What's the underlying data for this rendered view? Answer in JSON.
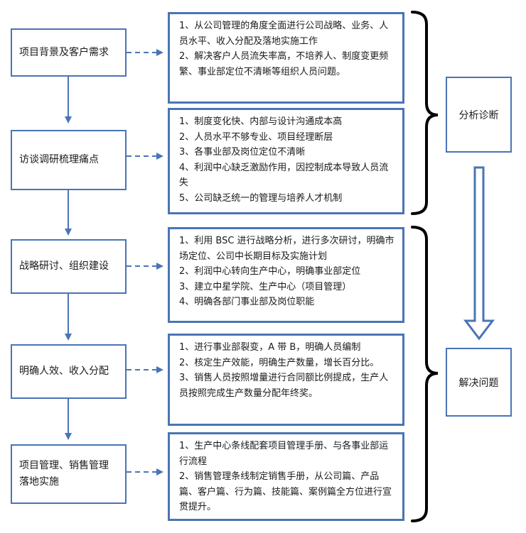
{
  "steps": [
    {
      "label": "项目背景及客户需求"
    },
    {
      "label": "访谈调研梳理痛点"
    },
    {
      "label": "战略研讨、组织建设"
    },
    {
      "label": "明确人效、收入分配"
    },
    {
      "label": "项目管理、销售管理落地实施"
    }
  ],
  "details": [
    {
      "lines": [
        "1、从公司管理的角度全面进行公司战略、业务、人员水平、收入分配及落地实施工作",
        "2、解决客户人员流失率高，不培养人、制度变更频繁、事业部定位不清晰等组织人员问题。"
      ]
    },
    {
      "lines": [
        "1、制度变化快、内部与设计沟通成本高",
        "2、人员水平不够专业、项目经理断层",
        "3、各事业部及岗位定位不清晰",
        "4、利润中心缺乏激励作用，因控制成本导致人员流失",
        "5、公司缺乏统一的管理与培养人才机制"
      ]
    },
    {
      "lines": [
        "1、利用 BSC 进行战略分析，进行多次研讨，明确市场定位、公司中长期目标及实施计划",
        "2、利润中心转向生产中心，明确事业部定位",
        "3、建立中星学院、生产中心（项目管理）",
        "4、明确各部门事业部及岗位职能"
      ]
    },
    {
      "lines": [
        "1、进行事业部裂变，A 带 B，明确人员编制",
        "2、核定生产效能，明确生产数量，增长百分比。",
        "3、销售人员按照增量进行合同额比例提成，生产人员按照完成生产数量分配年终奖。"
      ]
    },
    {
      "lines": [
        "1、生产中心条线配套项目管理手册、与各事业部运行流程",
        "2、销售管理条线制定销售手册，从公司篇、产品篇、客户篇、行为篇、技能篇、案例篇全方位进行宣贯提升。"
      ]
    }
  ],
  "phases": {
    "analysis": "分析诊断",
    "solution": "解决问题"
  },
  "colors": {
    "border": "#4a74b5",
    "arrow": "#4a74b5",
    "bracket": "#000000"
  }
}
